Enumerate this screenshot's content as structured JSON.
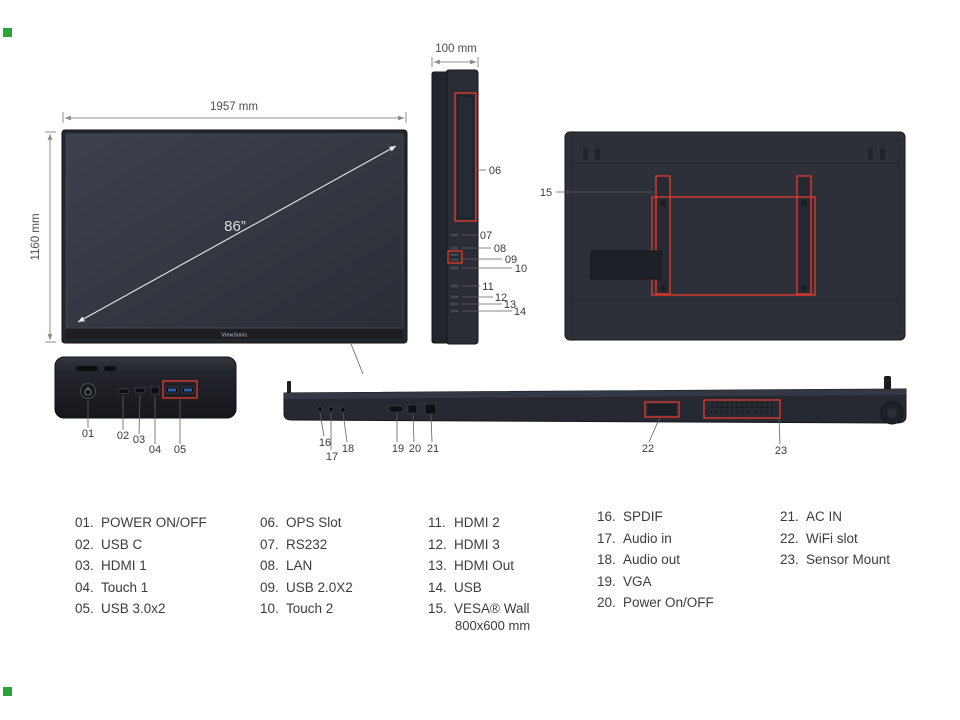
{
  "colors": {
    "callout_red": "#d93a2b",
    "panel_dark": "#23262d",
    "dimension_gray": "#8c8c8c",
    "marker_green": "#2ca338"
  },
  "front_view": {
    "width_label": "1957 mm",
    "height_label": "1160 mm",
    "diagonal_label": "86”",
    "logo": "ViewSonic"
  },
  "side_view": {
    "depth_label": "100 mm",
    "callouts": [
      "06",
      "07",
      "08",
      "09",
      "10",
      "11",
      "12",
      "13",
      "14"
    ]
  },
  "back_view": {
    "callouts": [
      "15"
    ]
  },
  "ports_closeup": {
    "callouts": [
      "01",
      "02",
      "03",
      "04",
      "05"
    ]
  },
  "bottom_view": {
    "callouts": [
      "16",
      "17",
      "18",
      "19",
      "20",
      "21",
      "22",
      "23"
    ]
  },
  "legend": {
    "columns": [
      {
        "items": [
          {
            "num": "01.",
            "label": "POWER ON/OFF"
          },
          {
            "num": "02.",
            "label": "USB C"
          },
          {
            "num": "03.",
            "label": "HDMI 1"
          },
          {
            "num": "04.",
            "label": "Touch 1"
          },
          {
            "num": "05.",
            "label": "USB 3.0x2"
          }
        ]
      },
      {
        "items": [
          {
            "num": "06.",
            "label": "OPS Slot"
          },
          {
            "num": "07.",
            "label": "RS232"
          },
          {
            "num": "08.",
            "label": "LAN"
          },
          {
            "num": "09.",
            "label": "USB 2.0X2"
          },
          {
            "num": "10.",
            "label": "Touch 2"
          }
        ]
      },
      {
        "items": [
          {
            "num": "11.",
            "label": "HDMI 2"
          },
          {
            "num": "12.",
            "label": "HDMI 3"
          },
          {
            "num": "13.",
            "label": "HDMI Out"
          },
          {
            "num": "14.",
            "label": "USB"
          },
          {
            "num": "15.",
            "label": "VESA® Wall",
            "sub": "800x600 mm"
          }
        ]
      },
      {
        "items": [
          {
            "num": "16.",
            "label": "SPDIF"
          },
          {
            "num": "17.",
            "label": "Audio in"
          },
          {
            "num": "18.",
            "label": "Audio out"
          },
          {
            "num": "19.",
            "label": "VGA"
          },
          {
            "num": "20.",
            "label": "Power On/OFF"
          }
        ]
      },
      {
        "items": [
          {
            "num": "21.",
            "label": "AC IN"
          },
          {
            "num": "22.",
            "label": "WiFi slot"
          },
          {
            "num": "23.",
            "label": "Sensor Mount"
          }
        ]
      }
    ]
  }
}
